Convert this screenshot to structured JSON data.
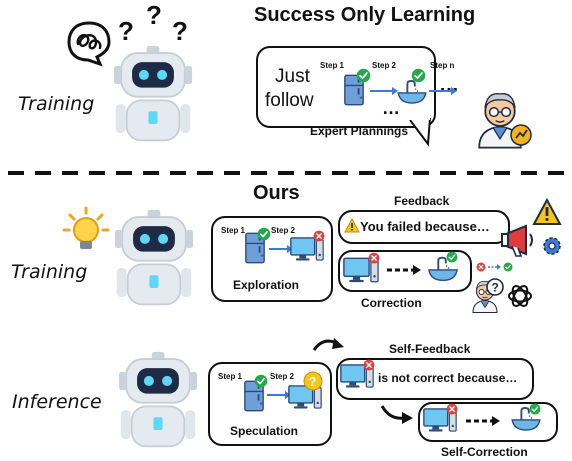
{
  "top": {
    "title": "Success Only Learning",
    "label": "Training",
    "bubble": {
      "just": "Just",
      "follow": "follow",
      "step1": "Step 1",
      "step2": "Step 2",
      "stepn": "Step n",
      "dots": "…",
      "dots2": "…",
      "caption": "Expert Plannings"
    }
  },
  "ours": {
    "title": "Ours",
    "training": {
      "label": "Training",
      "exploration": {
        "step1": "Step 1",
        "step2": "Step 2",
        "caption": "Exploration"
      },
      "feedback": {
        "header": "Feedback",
        "text": "You failed because…"
      },
      "correction": {
        "caption": "Correction"
      }
    },
    "inference": {
      "label": "Inference",
      "speculation": {
        "step1": "Step 1",
        "step2": "Step 2",
        "caption": "Speculation"
      },
      "self_feedback": {
        "header": "Self-Feedback",
        "text": "is not correct because…"
      },
      "self_correction": {
        "caption": "Self-Correction"
      }
    }
  },
  "colors": {
    "check": "#22a94a",
    "cross": "#e04040",
    "question": "#f5c518",
    "robot_dark": "#1f2a44",
    "robot_eye": "#5ed8f5",
    "arrow_blue": "#3a7bd5"
  }
}
